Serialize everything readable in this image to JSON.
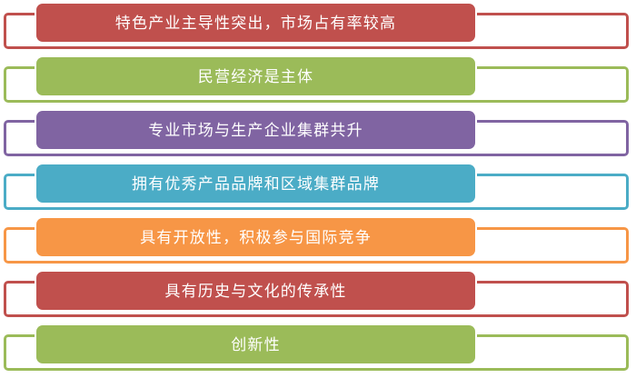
{
  "diagram": {
    "type": "bracketed-list",
    "background_color": "#ffffff",
    "text_color": "#ffffff",
    "rows": [
      {
        "label": "特色产业主导性突出，市场占有率较高",
        "color": "#C0504D"
      },
      {
        "label": "民营经济是主体",
        "color": "#9BBB59"
      },
      {
        "label": "专业市场与生产企业集群共升",
        "color": "#8064A2"
      },
      {
        "label": "拥有优秀产品品牌和区域集群品牌",
        "color": "#4BACC6"
      },
      {
        "label": "具有开放性，积极参与国际竞争",
        "color": "#F79646"
      },
      {
        "label": "具有历史与文化的传承性",
        "color": "#C0504D"
      },
      {
        "label": "创新性",
        "color": "#9BBB59"
      }
    ]
  }
}
